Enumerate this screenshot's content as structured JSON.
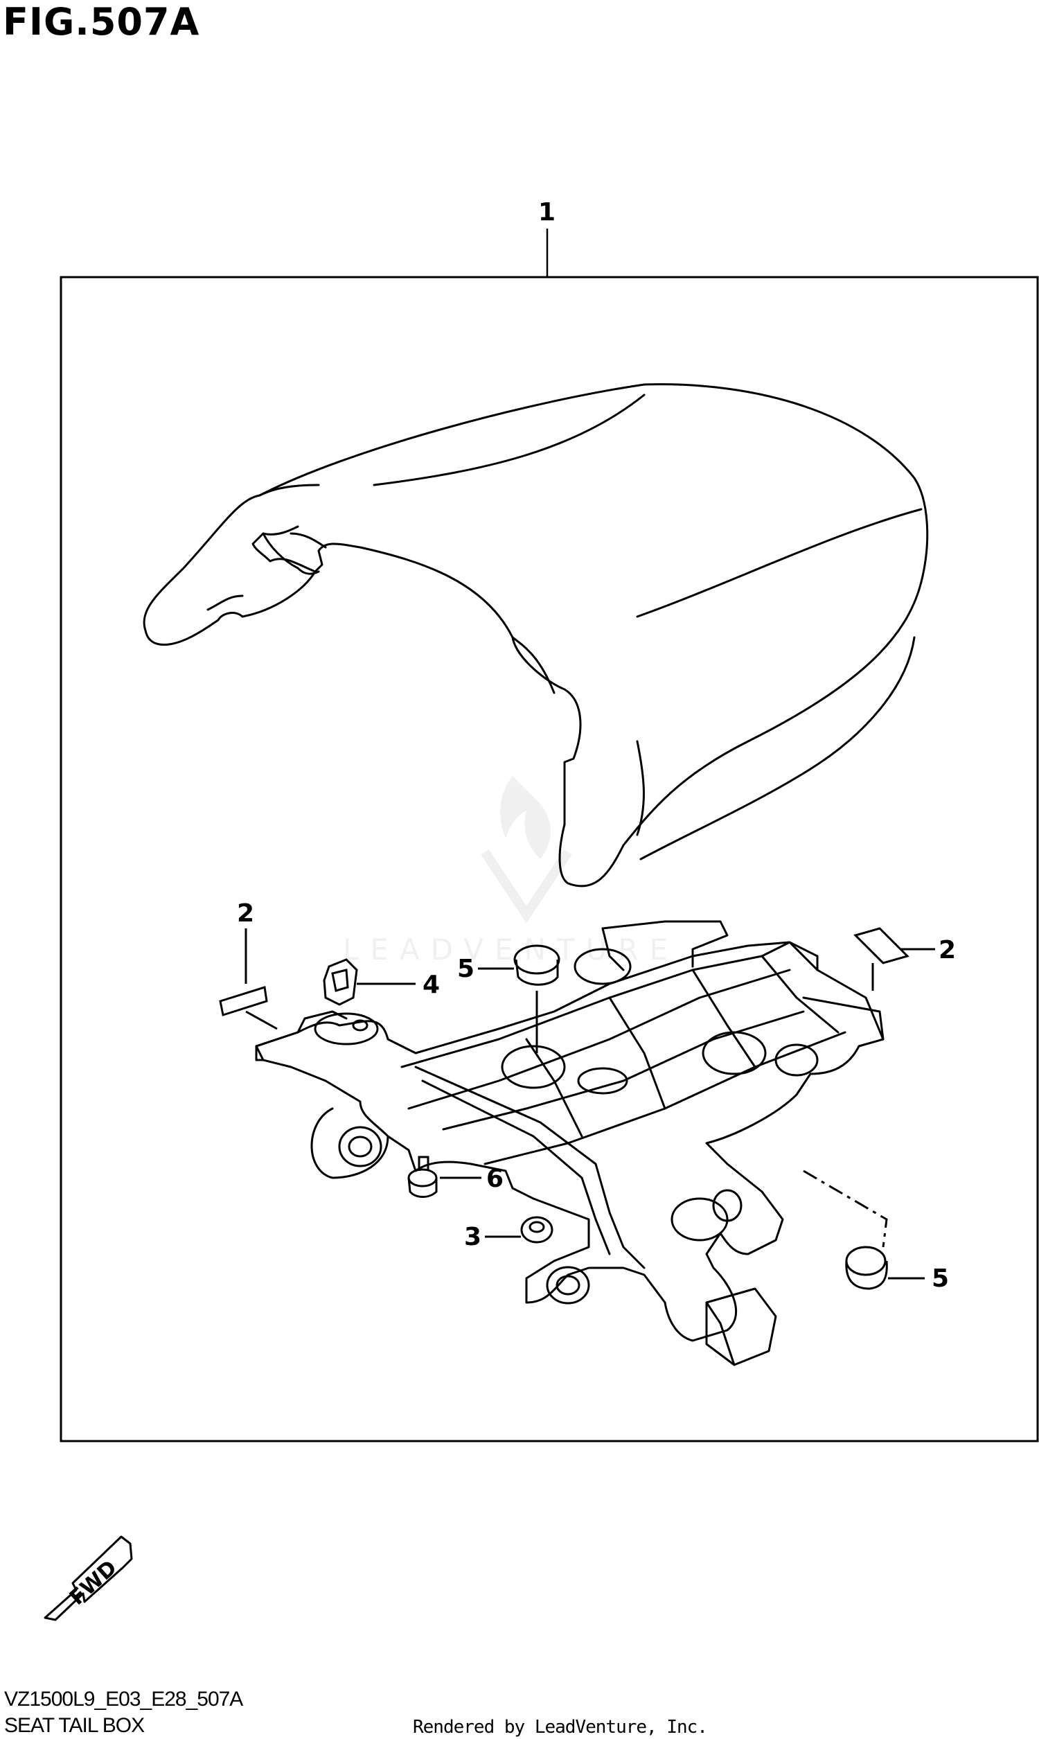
{
  "figure": {
    "title": "FIG.507A"
  },
  "callouts": [
    {
      "id": "c1",
      "label": "1"
    },
    {
      "id": "c2a",
      "label": "2"
    },
    {
      "id": "c2b",
      "label": "2"
    },
    {
      "id": "c3",
      "label": "3"
    },
    {
      "id": "c4",
      "label": "4"
    },
    {
      "id": "c5a",
      "label": "5"
    },
    {
      "id": "c5b",
      "label": "5"
    },
    {
      "id": "c6",
      "label": "6"
    }
  ],
  "fwd_label": "FWD",
  "watermark": "LEADVENTURE",
  "footer": {
    "code": "VZ1500L9_E03_E28_507A",
    "name": "SEAT TAIL BOX",
    "render": "Rendered by LeadVenture, Inc."
  }
}
